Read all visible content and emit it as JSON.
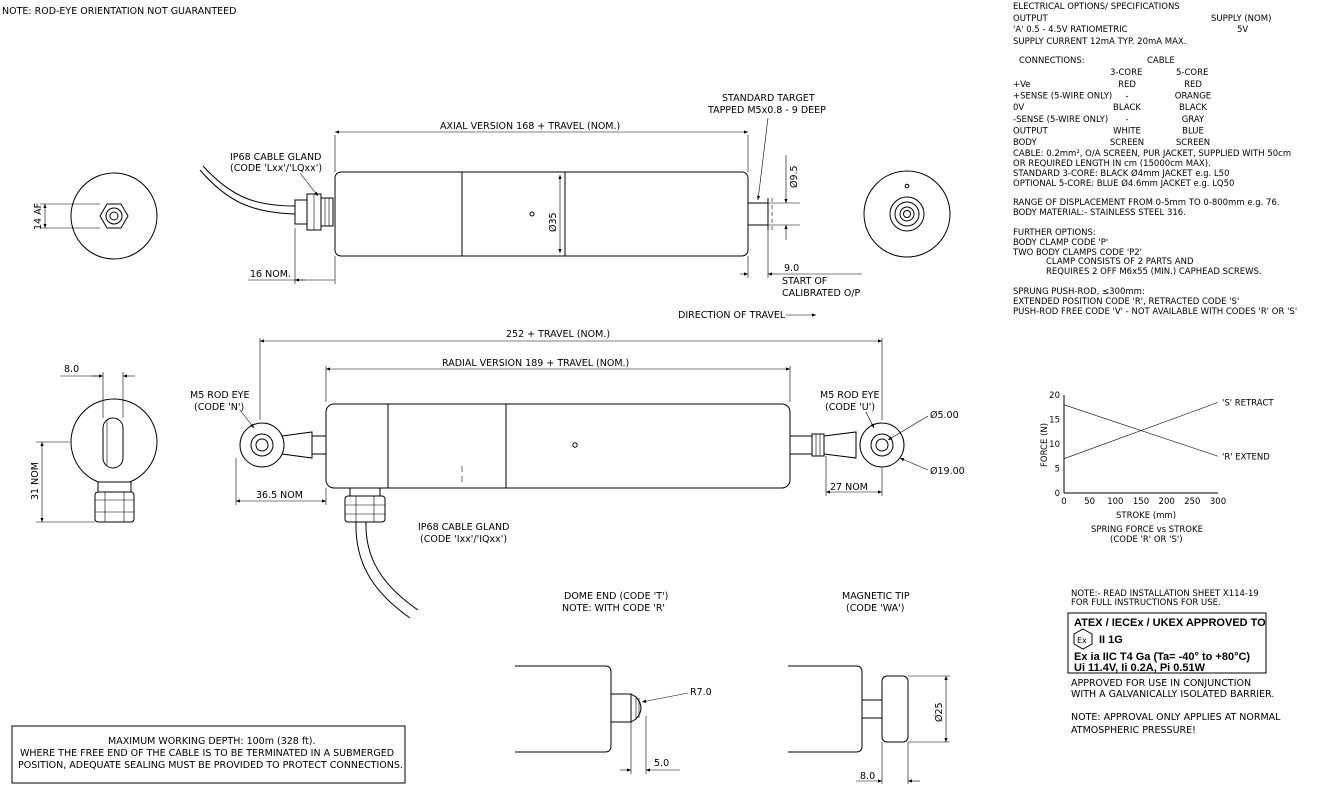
{
  "notes": {
    "rod_eye": "NOTE: ROD-EYE ORIENTATION NOT GUARANTEED",
    "standard_target_1": "STANDARD TARGET",
    "standard_target_2": "TAPPED M5x0.8 - 9 DEEP",
    "axial_version": "AXIAL VERSION 168 + TRAVEL (NOM.)",
    "gland_axial_1": "IP68 CABLE GLAND",
    "gland_axial_2": "(CODE 'Lxx'/'LQxx')",
    "dim_14af": "14 AF",
    "dim_35": "Ø35",
    "dim_9_5": "Ø9.5",
    "dim_16": "16 NOM.",
    "dim_9_0": "9.0",
    "start_cal_1": "START OF",
    "start_cal_2": "CALIBRATED O/P",
    "direction": "DIRECTION OF TRAVEL",
    "overall": "252 + TRAVEL (NOM.)",
    "radial_version": "RADIAL VERSION 189 + TRAVEL (NOM.)",
    "dim_8_0_top": "8.0",
    "rod_eye_n_1": "M5 ROD EYE",
    "rod_eye_n_2": "(CODE 'N')",
    "rod_eye_u_1": "M5 ROD EYE",
    "rod_eye_u_2": "(CODE 'U')",
    "dim_5_00": "Ø5.00",
    "dim_19_00": "Ø19.00",
    "dim_31": "31 NOM",
    "dim_36_5": "36.5 NOM",
    "dim_27": "27 NOM",
    "gland_radial_1": "IP68 CABLE GLAND",
    "gland_radial_2": "(CODE 'Ixx'/'IQxx')",
    "dome_1": "DOME END (CODE 'T')",
    "dome_2": "NOTE: WITH CODE 'R'",
    "r7": "R7.0",
    "dim_5_0": "5.0",
    "magnetic_1": "MAGNETIC TIP",
    "magnetic_2": "(CODE 'WA')",
    "dim_25": "Ø25",
    "dim_8_0_bottom": "8.0",
    "depth_1": "MAXIMUM WORKING DEPTH: 100m (328 ft).",
    "depth_2": "WHERE THE FREE END OF THE CABLE IS TO BE TERMINATED IN A SUBMERGED",
    "depth_3": "POSITION, ADEQUATE SEALING MUST BE PROVIDED TO PROTECT CONNECTIONS."
  },
  "spec": {
    "title": "ELECTRICAL OPTIONS/ SPECIFICATIONS",
    "output_h": "OUTPUT",
    "supply_h": "SUPPLY (NOM)",
    "output_a": "'A' 0.5 - 4.5V RATIOMETRIC",
    "supply_a": "5V",
    "supply_current": "SUPPLY CURRENT 12mA TYP. 20mA MAX.",
    "connections": "CONNECTIONS:",
    "cable_h": "CABLE",
    "core3_h": "3-CORE",
    "core5_h": "5-CORE",
    "rows": [
      {
        "label": "+Ve",
        "c3": "RED",
        "c5": "RED"
      },
      {
        "label": "+SENSE (5-WIRE ONLY)",
        "c3": "-",
        "c5": "ORANGE"
      },
      {
        "label": "0V",
        "c3": "BLACK",
        "c5": "BLACK"
      },
      {
        "label": "-SENSE (5-WIRE ONLY)",
        "c3": "-",
        "c5": "GRAY"
      },
      {
        "label": "OUTPUT",
        "c3": "WHITE",
        "c5": "BLUE"
      },
      {
        "label": "BODY",
        "c3": "SCREEN",
        "c5": "SCREEN"
      }
    ],
    "cable_1": "CABLE: 0.2mm², O/A SCREEN, PUR JACKET, SUPPLIED WITH 50cm",
    "cable_2": "OR REQUIRED LENGTH IN cm (15000cm MAX).",
    "cable_3": "STANDARD 3-CORE: BLACK Ø4mm JACKET e.g. L50",
    "cable_4": "OPTIONAL 5-CORE: BLUE Ø4.6mm JACKET e.g. LQ50",
    "range": "RANGE OF DISPLACEMENT FROM 0-5mm TO 0-800mm e.g. 76.",
    "material": "BODY MATERIAL:- STAINLESS STEEL 316.",
    "further": "FURTHER OPTIONS:",
    "clamp_p": "BODY CLAMP CODE 'P'",
    "clamp_p2": "TWO BODY CLAMPS CODE 'P2'",
    "clamp_parts": "CLAMP CONSISTS OF 2 PARTS AND",
    "clamp_screws": "REQUIRES 2 OFF M6x55 (MIN.) CAPHEAD SCREWS.",
    "sprung": "SPRUNG PUSH-ROD, ≤300mm:",
    "extended": "EXTENDED POSITION CODE 'R', RETRACTED CODE 'S'",
    "free": "PUSH-ROD FREE CODE 'V' - NOT AVAILABLE WITH CODES 'R' OR 'S'"
  },
  "chart_data": {
    "type": "line",
    "title": "SPRING FORCE vs STROKE",
    "subtitle": "(CODE 'R' OR 'S')",
    "xlabel": "STROKE (mm)",
    "ylabel": "FORCE (N)",
    "xlim": [
      0,
      300
    ],
    "ylim": [
      0,
      20
    ],
    "x_ticks": [
      0,
      50,
      100,
      150,
      200,
      250,
      300
    ],
    "y_ticks": [
      0,
      5,
      10,
      15,
      20
    ],
    "grid": false,
    "series": [
      {
        "name": "'S' RETRACT",
        "x": [
          0,
          300
        ],
        "y": [
          7,
          18.5
        ]
      },
      {
        "name": "'R' EXTEND",
        "x": [
          0,
          300
        ],
        "y": [
          18,
          7.5
        ]
      }
    ]
  },
  "approval": {
    "note_1": "NOTE:- READ INSTALLATION SHEET X114-19",
    "note_2": "FOR FULL INSTRUCTIONS FOR USE.",
    "title": "ATEX / IECEx / UKEX  APPROVED TO",
    "ex_mark": "Ex",
    "group": "II 1G",
    "line_1": "Ex ia IIC T4 Ga (Ta= -40° to +80°C)",
    "line_2": "Ui 11.4V,  Ii 0.2A,  Pi 0.51W",
    "barrier_1": "APPROVED FOR USE IN CONJUNCTION",
    "barrier_2": "WITH A GALVANICALLY ISOLATED BARRIER.",
    "atmos_1": "NOTE: APPROVAL ONLY APPLIES AT NORMAL",
    "atmos_2": "ATMOSPHERIC PRESSURE!"
  }
}
